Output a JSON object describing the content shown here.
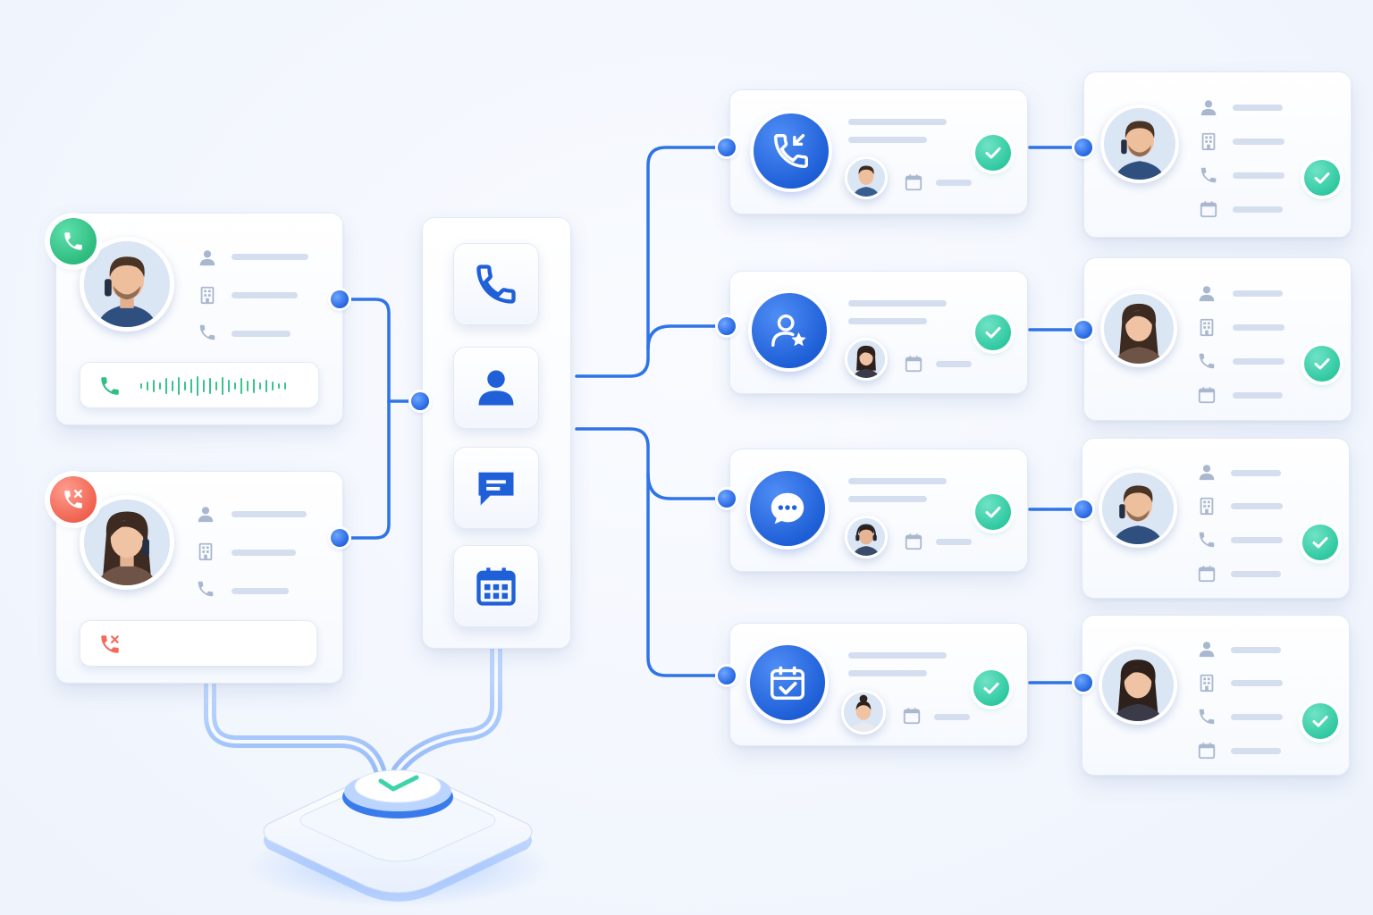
{
  "icons": {
    "phone": "phone-icon",
    "contact": "user-icon",
    "chat": "chat-icon",
    "calendar": "calendar-icon",
    "check": "check-icon",
    "building": "building-icon"
  },
  "colors": {
    "accent_blue": "#1f60d8",
    "success_green": "#2cc79f",
    "decline_red": "#f26b5b",
    "placeholder_bar": "#d4deee"
  },
  "incoming_calls": [
    {
      "status": "answered",
      "status_color": "#34c88f",
      "caller": "male"
    },
    {
      "status": "declined",
      "status_color": "#f26b5b",
      "caller": "female"
    }
  ],
  "channels": [
    "phone",
    "contact",
    "chat",
    "calendar"
  ],
  "routes": [
    {
      "channel": "call-transfer",
      "agent": "male",
      "completed": true
    },
    {
      "channel": "contact-favorite",
      "agent": "female",
      "completed": true
    },
    {
      "channel": "chat",
      "agent": "male-headset",
      "completed": true
    },
    {
      "channel": "calendar",
      "agent": "female-bun",
      "completed": true
    }
  ],
  "profiles": [
    {
      "person": "male",
      "completed": true
    },
    {
      "person": "female",
      "completed": true
    },
    {
      "person": "male",
      "completed": true
    },
    {
      "person": "female",
      "completed": true
    }
  ]
}
